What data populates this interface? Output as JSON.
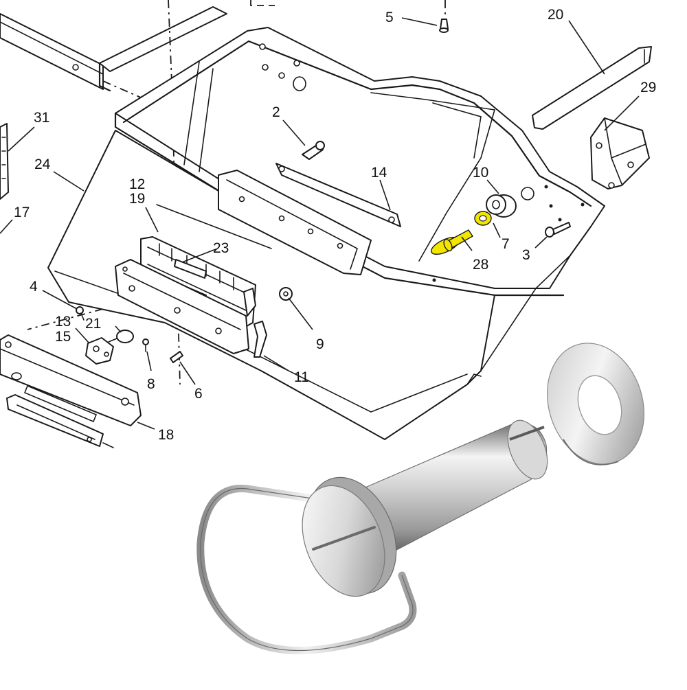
{
  "callouts": {
    "c5": "5",
    "c20": "20",
    "c29": "29",
    "c2": "2",
    "c31": "31",
    "c24": "24",
    "c17": "17",
    "c12": "12",
    "c19": "19",
    "c14": "14",
    "c10": "10",
    "c7": "7",
    "c3": "3",
    "c28": "28",
    "c23": "23",
    "c4": "4",
    "c9": "9",
    "c13": "13",
    "c15": "15",
    "c21": "21",
    "c8": "8",
    "c6": "6",
    "c11": "11",
    "c18": "18"
  },
  "highlighted_parts": [
    "28",
    "7"
  ],
  "colors": {
    "line": "#1a1a1a",
    "highlight": "#f2e600",
    "background": "#ffffff",
    "metal_light": "#f2f2f2",
    "metal_dark": "#7a7a7a"
  },
  "photo": {
    "items": [
      "quick-release-pin-icon",
      "flat-washer-icon"
    ]
  }
}
